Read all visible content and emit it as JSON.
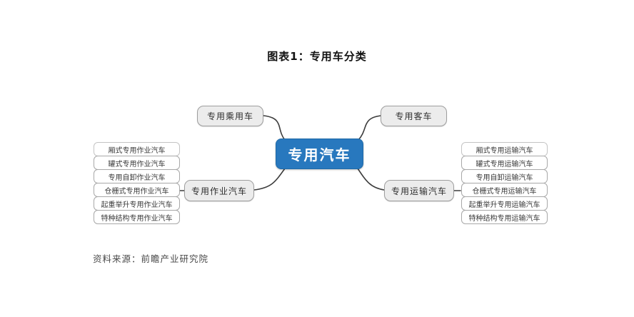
{
  "title": "图表1：专用车分类",
  "source": "资料来源：前瞻产业研究院",
  "colors": {
    "center_node_bg": "#2878be",
    "center_node_text": "#ffffff",
    "branch_node_bg": "#ececec",
    "branch_node_border": "#9e9e9e",
    "leaf_border": "#a8a8a8",
    "connector_line": "#3c3c3c"
  },
  "diagram": {
    "center": {
      "label": "专用汽车"
    },
    "top_left": {
      "label": "专用乘用车"
    },
    "top_right": {
      "label": "专用客车"
    },
    "left_branch": {
      "label": "专用作业汽车",
      "children": [
        "厢式专用作业汽车",
        "罐式专用作业汽车",
        "专用自卸作业汽车",
        "仓栅式专用作业汽车",
        "起重举升专用作业汽车",
        "特种结构专用作业汽车"
      ]
    },
    "right_branch": {
      "label": "专用运输汽车",
      "children": [
        "厢式专用运输汽车",
        "罐式专用运输汽车",
        "专用自卸运输汽车",
        "仓栅式专用运输汽车",
        "起重举升专用运输汽车",
        "特种结构专用运输汽车"
      ]
    }
  }
}
